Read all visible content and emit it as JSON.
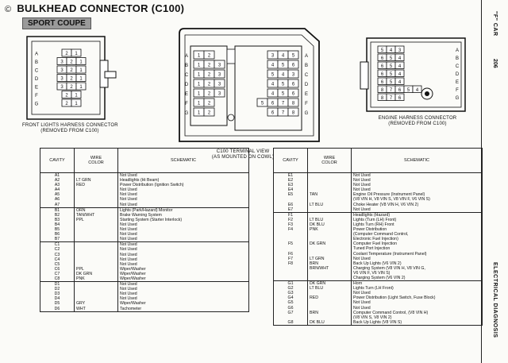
{
  "header": {
    "mark": "©",
    "title": "BULKHEAD CONNECTOR (C100)",
    "subtitle": "SPORT COUPE"
  },
  "right_margin": {
    "top_text": "\"F\" CAR",
    "page_no": "206",
    "bottom_text": "ELECTRICAL DIAGNOSIS"
  },
  "captions": {
    "front": [
      "FRONT LIGHTS HARNESS CONNECTOR",
      "(REMOVED FROM C100)"
    ],
    "center": [
      "C100 TERMINAL VIEW",
      "(AS MOUNTED ON COWL)"
    ],
    "engine": [
      "ENGINE HARNESS CONNECTOR",
      "(REMOVED FROM C100)"
    ]
  },
  "connectors": {
    "front": {
      "rows": [
        "A",
        "B",
        "C",
        "D",
        "E",
        "F",
        "G"
      ],
      "cells": [
        [
          "2",
          "1"
        ],
        [
          "3",
          "2",
          "1"
        ],
        [
          "3",
          "2",
          "1"
        ],
        [
          "3",
          "2",
          "1"
        ],
        [
          "3",
          "2",
          "1"
        ],
        [
          "2",
          "1"
        ],
        [
          "2",
          "1"
        ]
      ]
    },
    "center": {
      "rows": [
        "A",
        "B",
        "C",
        "D",
        "E",
        "F",
        "G"
      ],
      "left": [
        [
          "1",
          "2"
        ],
        [
          "1",
          "2",
          "3"
        ],
        [
          "1",
          "2",
          "3"
        ],
        [
          "1",
          "2",
          "3"
        ],
        [
          "1",
          "2",
          "3"
        ],
        [
          "1",
          "2"
        ],
        [
          "1",
          "2"
        ]
      ],
      "right": [
        [
          "3",
          "4",
          "5"
        ],
        [
          "4",
          "5",
          "6"
        ],
        [
          "5",
          "4",
          "3"
        ],
        [
          "4",
          "5",
          "6"
        ],
        [
          "4",
          "5",
          "6"
        ],
        [
          "5",
          "6",
          "7",
          "8"
        ],
        [
          "6",
          "7",
          "8"
        ]
      ]
    },
    "engine": {
      "rows": [
        "A",
        "B",
        "C",
        "D",
        "E",
        "F",
        "G"
      ],
      "cells": [
        [
          "5",
          "4",
          "3"
        ],
        [
          "6",
          "5",
          "4"
        ],
        [
          "6",
          "5",
          "4"
        ],
        [
          "6",
          "5",
          "4"
        ],
        [
          "6",
          "5",
          "4"
        ],
        [
          "8",
          "7",
          "6",
          "5",
          "4"
        ],
        [
          "8",
          "7",
          "6"
        ]
      ]
    }
  },
  "table_headers": {
    "cavity": "CAVITY",
    "wire_color": [
      "WIRE",
      "COLOR"
    ],
    "schematic": "SCHEMATIC"
  },
  "table_left": [
    {
      "cavity": [
        "A1",
        "A2",
        "A3",
        "A4",
        "A5",
        "A6",
        "A7"
      ],
      "color": [
        "",
        "LT GRN",
        "RED",
        "",
        "",
        "",
        ""
      ],
      "schematic": [
        "Not Used",
        "Headlights (Hi Beam)",
        "Power Distribution (Ignition Switch)",
        "Not Used",
        "Not Used",
        "Not Used",
        "Not Used"
      ]
    },
    {
      "cavity": [
        "B1",
        "B2",
        "B3",
        "B4",
        "B5",
        "B6",
        "B7"
      ],
      "color": [
        "ORN",
        "TAN/WHT",
        "PPL",
        "",
        "",
        "",
        ""
      ],
      "schematic": [
        "Lights (Park/Hazard) Monitor",
        "Brake Warning System",
        "Starting System (Starter Interlock)",
        "Not Used",
        "Not Used",
        "Not Used",
        "Not Used"
      ]
    },
    {
      "cavity": [
        "C1",
        "C2",
        "C3",
        "C4",
        "C5",
        "C6",
        "C7",
        "C8"
      ],
      "color": [
        "",
        "",
        "",
        "",
        "",
        "PPL",
        "DK GRN",
        "PNK"
      ],
      "schematic": [
        "Not Used",
        "Not Used",
        "Not Used",
        "Not Used",
        "Not Used",
        "Wiper/Washer",
        "Wiper/Washer",
        "Wiper/Washer"
      ]
    },
    {
      "cavity": [
        "D1",
        "D2",
        "D3",
        "D4",
        "D5",
        "D6"
      ],
      "color": [
        "",
        "",
        "",
        "",
        "GRY",
        "WHT"
      ],
      "schematic": [
        "Not Used",
        "Not Used",
        "Not Used",
        "Not Used",
        "Wiper/Washer",
        "Tachometer"
      ]
    }
  ],
  "table_right": [
    {
      "cavity": [
        "E1",
        "E2",
        "E3",
        "E4",
        "E5",
        "",
        "E6",
        "E7"
      ],
      "color": [
        "",
        "",
        "",
        "",
        "TAN",
        "",
        "LT BLU",
        ""
      ],
      "schematic": [
        "Not Used",
        "Not Used",
        "Not Used",
        "Not Used",
        "Engine Oil Pressure (Instrument Panel)",
        "(V8 VIN H, V8 VIN S, V8 VIN F, V6 VIN S)",
        "Choke Heater (V8 VIN H, V6 VIN 2)",
        "Not Used"
      ]
    },
    {
      "cavity": [
        "F1",
        "F2",
        "F3",
        "F4",
        "",
        "",
        "F5",
        "",
        "F6",
        "F7",
        "F8",
        "",
        "",
        ""
      ],
      "color": [
        "",
        "LT BLU",
        "DK BLU",
        "PNK",
        "",
        "",
        "DK GRN",
        "",
        "",
        "LT GRN",
        "BRN",
        "BRN/WHT",
        "",
        ""
      ],
      "schematic": [
        "Headlights (Hazard)",
        "Lights (Turn (LH) Front)",
        "Lights Turn (RH) Front",
        "Power Distribution",
        "(Computer Command Control,",
        "Electronic Fuel Injection)",
        "Computer Fuel Injection",
        "Tuned Port Injection",
        "Coolant Temperature (Instrument Panel)",
        "Not Used",
        "Back Up Lights (V6 VIN 2)",
        "Charging System (V8 VIN H, V8 VIN G,",
        "V6 VIN F, V6 VIN S)",
        "Charging System (V6 VIN 2)"
      ]
    },
    {
      "cavity": [
        "G1",
        "G2",
        "G3",
        "G4",
        "G5",
        "G6",
        "G7",
        "",
        "G8"
      ],
      "color": [
        "DK GRN",
        "LT BLU",
        "",
        "RED",
        "",
        "",
        "BRN",
        "",
        "DK BLU"
      ],
      "schematic": [
        "Horn",
        "Lights Turn (LH Front)",
        "Not Used",
        "Power Distribution (Light Switch, Fuse Block)",
        "Not Used",
        "Not Used",
        "Computer Command Control, (V8 VIN H)",
        "(V8 VIN S, V8 VIN 2)",
        "Back Up Lights (V8 VIN S)"
      ]
    }
  ]
}
